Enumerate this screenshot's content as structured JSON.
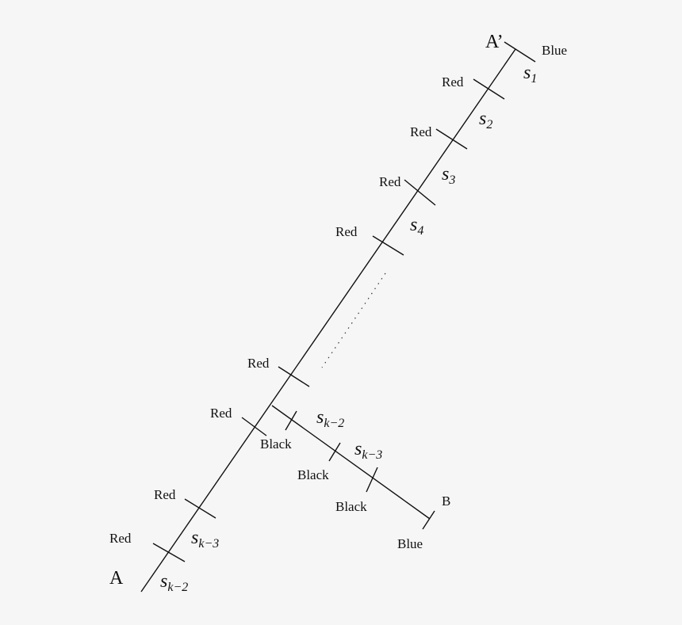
{
  "diagram": {
    "points": {
      "A": "A",
      "A_prime": "A’",
      "B": "B"
    },
    "main_line": {
      "segments": [
        "s1",
        "s2",
        "s3",
        "s4",
        "s_{k-3}",
        "s_{k-2}"
      ],
      "segment_labels": {
        "s1": {
          "base": "s",
          "sub": "1"
        },
        "s2": {
          "base": "s",
          "sub": "2"
        },
        "s3": {
          "base": "s",
          "sub": "3"
        },
        "s4": {
          "base": "s",
          "sub": "4"
        },
        "sk3": {
          "base": "s",
          "sub": "k−3"
        },
        "sk2": {
          "base": "s",
          "sub": "k−2"
        }
      },
      "tick_labels": {
        "top_end": "Blue",
        "t1": "Red",
        "t2": "Red",
        "t3": "Red",
        "t4": "Red",
        "t5": "Red",
        "t6": "Red",
        "t7": "Red",
        "t8": "Red"
      }
    },
    "branch_line": {
      "segment_labels": {
        "sk2": {
          "base": "s",
          "sub": "k−2"
        },
        "sk3": {
          "base": "s",
          "sub": "k−3"
        }
      },
      "tick_labels": {
        "b1": "Black",
        "b2": "Black",
        "b3": "Black",
        "end": "Blue"
      }
    }
  }
}
